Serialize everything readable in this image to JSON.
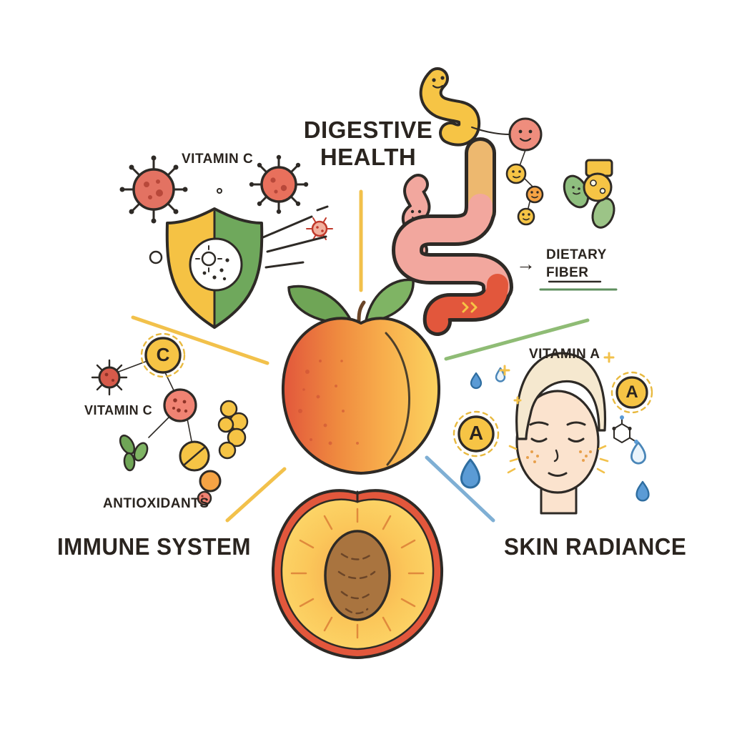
{
  "sections": {
    "digestive": {
      "title_line1": "DIGESTIVE",
      "title_line2": "HEALTH",
      "callout": {
        "arrow": "→",
        "line1": "DIETARY",
        "line2": "FIBER"
      }
    },
    "immune": {
      "heading": "IMMUNE SYSTEM",
      "label_vitamin_top": "VITAMIN C",
      "label_vitamin_side": "VITAMIN C",
      "label_antioxidants": "ANTIOXIDANTS",
      "badge_letter": "C"
    },
    "skin": {
      "heading": "SKIN RADIANCE",
      "label_vitamin": "VITAMIN A",
      "badge_letter_left": "A",
      "badge_letter_right": "A"
    }
  },
  "icons": {
    "center": [
      "whole-peach-icon",
      "peach-half-with-pit-icon"
    ],
    "digestive": [
      "intestine-icon",
      "probiotic-worm-icon",
      "gut-bacteria-icons",
      "fiber-food-icon",
      "arrow-right-icon"
    ],
    "immune": [
      "virus-icons",
      "shield-icon",
      "vitamin-c-badge-icon",
      "antioxidant-berry-icons",
      "leaf-icons"
    ],
    "skin": [
      "face-icon",
      "vitamin-a-badge-icons",
      "water-drop-icons",
      "molecule-icon",
      "sparkle-icons"
    ]
  },
  "colors": {
    "outline": "#2E2A26",
    "peach_red": "#E2573C",
    "peach_orange": "#F59E43",
    "peach_yellow": "#FBD35F",
    "leaf_green": "#6FA556",
    "pit_brown": "#A9743F",
    "connector_yellow": "#F2C14B",
    "connector_green": "#8FBC75",
    "connector_blue": "#7FAFD4",
    "virus_red": "#E37262",
    "intestine_pink": "#F2A79E",
    "intestine_tan": "#EDB86F",
    "badge_yellow": "#F6C445",
    "drop_blue": "#5B9BD5",
    "skin_tone": "#FBE3CE",
    "hair_cream": "#F5E8CF"
  }
}
